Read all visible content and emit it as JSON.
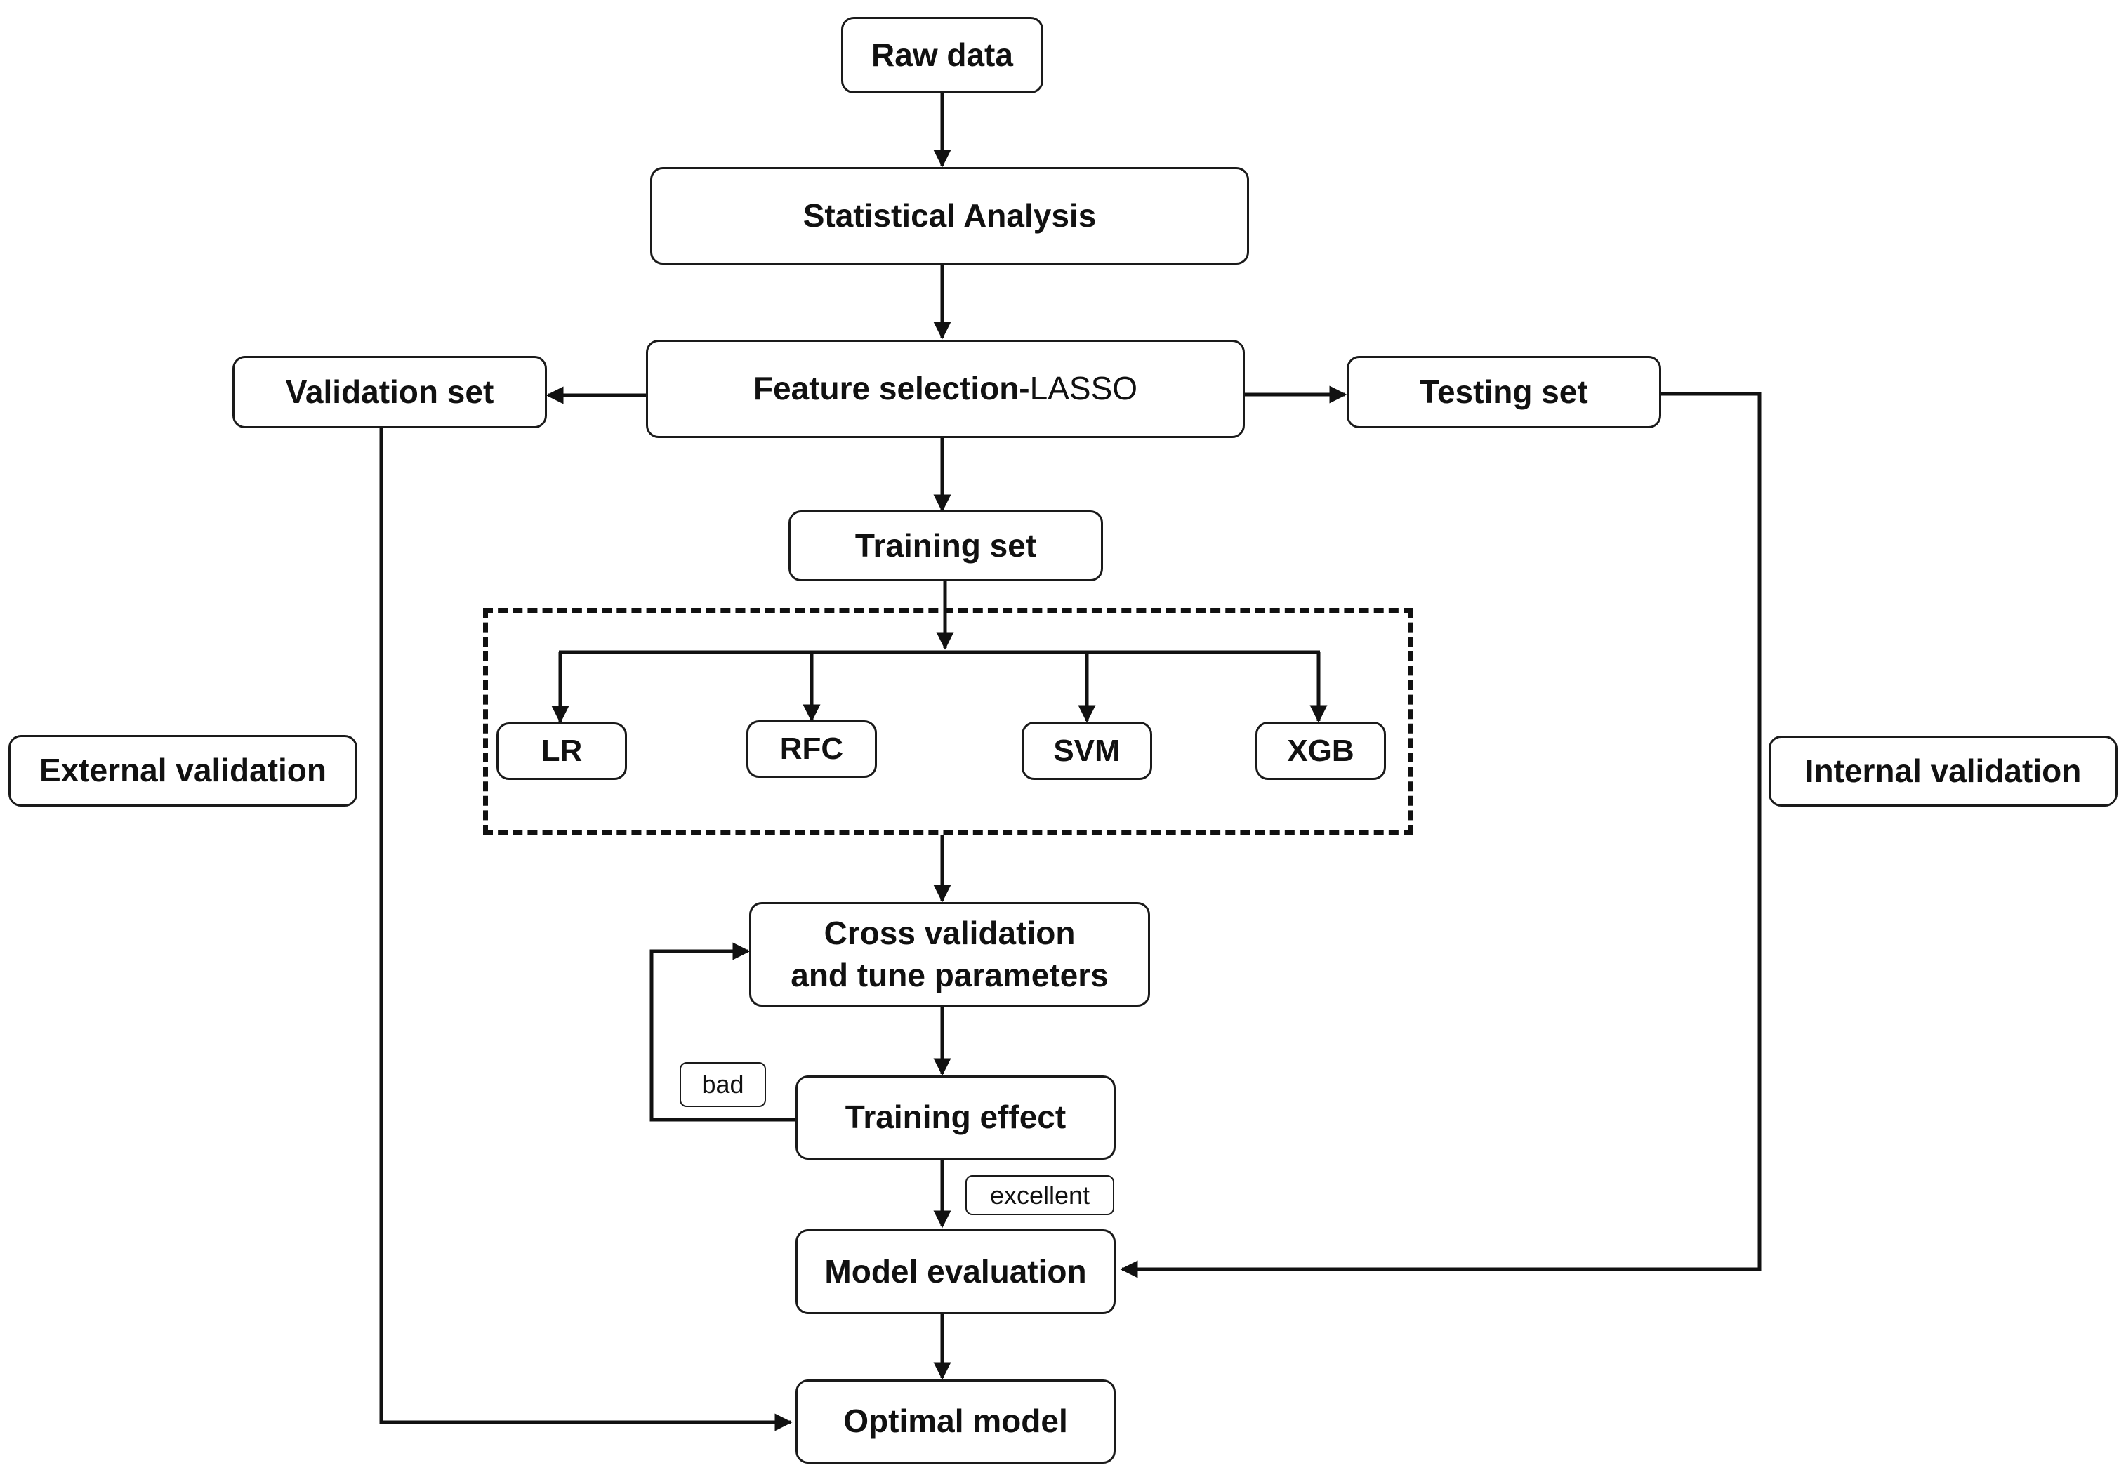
{
  "nodes": {
    "raw_data": "Raw data",
    "statistical_analysis": "Statistical Analysis",
    "feature_selection": "Feature selection",
    "feature_selection_sep": "-",
    "feature_selection_method": "LASSO",
    "validation_set": "Validation set",
    "testing_set": "Testing set",
    "training_set": "Training set",
    "lr": "LR",
    "rfc": "RFC",
    "svm": "SVM",
    "xgb": "XGB",
    "external_validation": "External validation",
    "internal_validation": "Internal validation",
    "cross_validation_line1": "Cross validation",
    "cross_validation_line2": "and tune parameters",
    "training_effect": "Training effect",
    "model_evaluation": "Model evaluation",
    "optimal_model": "Optimal model"
  },
  "edge_labels": {
    "bad": "bad",
    "excellent": "excellent"
  },
  "colors": {
    "stroke": "#111111",
    "background": "#ffffff"
  }
}
